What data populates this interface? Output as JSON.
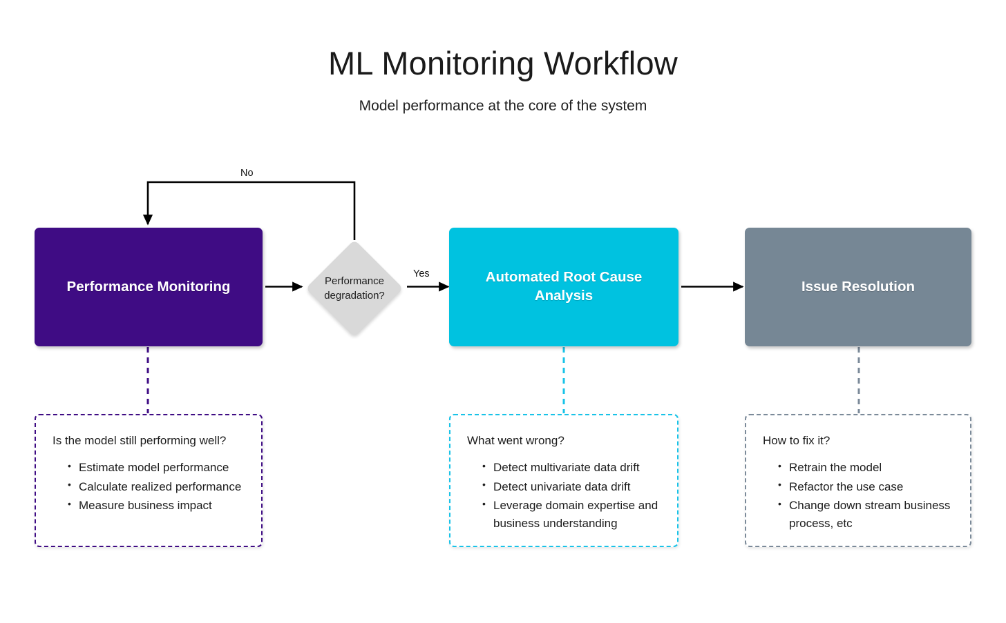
{
  "header": {
    "title": "ML Monitoring Workflow",
    "subtitle": "Model performance at the core of the system"
  },
  "colors": {
    "performance_monitoring": "#3f0c84",
    "automated_root_cause_analysis": "#00c2e0",
    "issue_resolution": "#768795",
    "decision_diamond": "#d9d9d9",
    "connector_default": "#000000",
    "page_background": "#ffffff",
    "text": "#1c1c1c"
  },
  "stages": [
    {
      "id": "performance-monitoring",
      "label": "Performance Monitoring"
    },
    {
      "id": "automated-root-cause-analysis",
      "label": "Automated Root Cause Analysis"
    },
    {
      "id": "issue-resolution",
      "label": "Issue Resolution"
    }
  ],
  "decision": {
    "id": "performance-degradation",
    "label_line1": "Performance",
    "label_line2": "degradation?"
  },
  "edge_labels": {
    "no": "No",
    "yes": "Yes"
  },
  "details": [
    {
      "id": "performance-monitoring-detail",
      "heading": "Is the model still performing well?",
      "bullets": [
        "Estimate model performance",
        "Calculate realized performance",
        "Measure business impact"
      ],
      "border_color": "#3f0c84"
    },
    {
      "id": "automated-root-cause-analysis-detail",
      "heading": "What went wrong?",
      "bullets": [
        "Detect multivariate data drift",
        "Detect univariate data drift",
        "Leverage domain expertise and business understanding"
      ],
      "border_color": "#18c3e8"
    },
    {
      "id": "issue-resolution-detail",
      "heading": "How to fix it?",
      "bullets": [
        "Retrain the model",
        "Refactor the use case",
        "Change down stream business process, etc"
      ],
      "border_color": "#7b8a99"
    }
  ],
  "chart_data": {
    "type": "diagram",
    "diagram_kind": "flowchart",
    "title": "ML Monitoring Workflow",
    "nodes": [
      {
        "id": "performance-monitoring",
        "label": "Performance Monitoring",
        "shape": "rounded-rect",
        "fill": "#3f0c84"
      },
      {
        "id": "performance-degradation",
        "label": "Performance degradation?",
        "shape": "diamond",
        "fill": "#d9d9d9"
      },
      {
        "id": "automated-root-cause-analysis",
        "label": "Automated Root Cause Analysis",
        "shape": "rounded-rect",
        "fill": "#00c2e0"
      },
      {
        "id": "issue-resolution",
        "label": "Issue Resolution",
        "shape": "rounded-rect",
        "fill": "#768795"
      }
    ],
    "edges": [
      {
        "from": "performance-monitoring",
        "to": "performance-degradation",
        "label": "",
        "style": "solid-arrow"
      },
      {
        "from": "performance-degradation",
        "to": "automated-root-cause-analysis",
        "label": "Yes",
        "style": "solid-arrow"
      },
      {
        "from": "performance-degradation",
        "to": "performance-monitoring",
        "label": "No",
        "style": "solid-arrow-feedback"
      },
      {
        "from": "performance-monitoring",
        "to": "performance-monitoring-detail",
        "label": "",
        "style": "dashed"
      },
      {
        "from": "automated-root-cause-analysis",
        "to": "automated-root-cause-analysis-detail",
        "label": "",
        "style": "dashed"
      },
      {
        "from": "issue-resolution",
        "to": "issue-resolution-detail",
        "label": "",
        "style": "dashed"
      }
    ]
  }
}
